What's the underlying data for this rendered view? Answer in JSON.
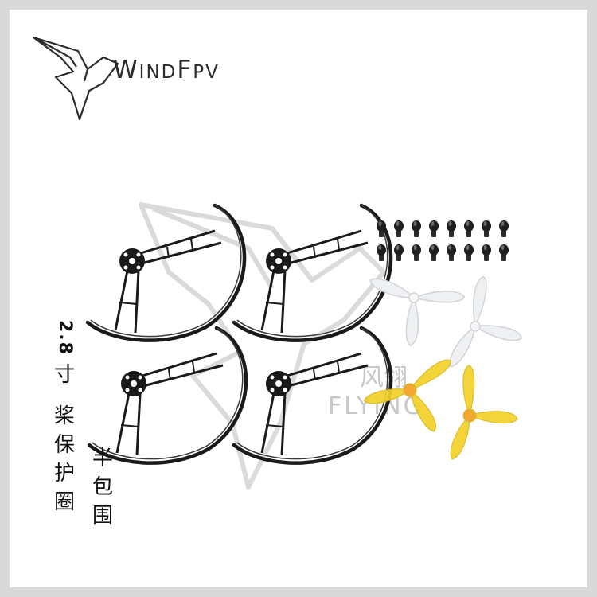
{
  "brand": {
    "name_w": "W",
    "name_ind": "IND",
    "name_f": "F",
    "name_pv": "PV"
  },
  "watermark": {
    "cn_text": "风翎",
    "en_text": "FLYING"
  },
  "caption": {
    "size": "2.8",
    "unit": "寸",
    "line_main": [
      "桨",
      "保",
      "护",
      "圈"
    ],
    "line_sub": [
      "半",
      "包",
      "围"
    ]
  },
  "colors": {
    "frame_border": "#d9d9d9",
    "guard_black": "#1a1a1a",
    "prop_white": "#eef0f2",
    "prop_yellow": "#f2d22a",
    "prop_hub": "#f0a020",
    "watermark": "#c8c8c8"
  },
  "icons": {
    "logo": "bird-logo-icon",
    "guard": "propeller-guard-icon",
    "screw": "screw-icon",
    "propeller": "three-blade-propeller-icon"
  }
}
